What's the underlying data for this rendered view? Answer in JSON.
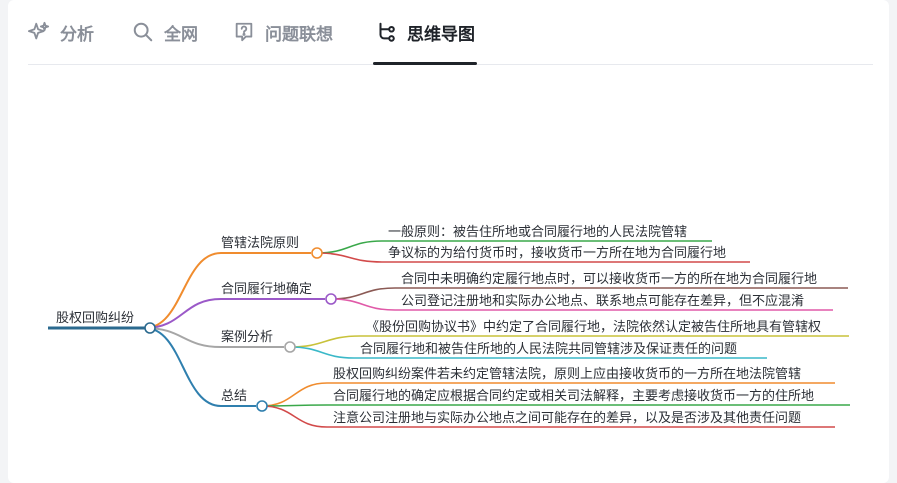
{
  "tabs": [
    {
      "label": "分析",
      "icon": "sparkle-icon",
      "active": false
    },
    {
      "label": "全网",
      "icon": "search-icon",
      "active": false
    },
    {
      "label": "问题联想",
      "icon": "question-bubble-icon",
      "active": false
    },
    {
      "label": "思维导图",
      "icon": "mindmap-icon",
      "active": true
    }
  ],
  "mindmap": {
    "root": "股权回购纠纷",
    "colors": {
      "root": "#2b6a8f",
      "b1": "#f08c2e",
      "b2": "#9b59c8",
      "b3": "#a6a6a6",
      "b4": "#2f7fae"
    },
    "branches": [
      {
        "label": "管辖法院原则",
        "color": "#f08c2e",
        "leaves": [
          {
            "text": "一般原则：被告住所地或合同履行地的人民法院管辖",
            "color": "#3aa84a"
          },
          {
            "text": "争议标的为给付货币时，接收货币一方所在地为合同履行地",
            "color": "#d24a4a"
          }
        ]
      },
      {
        "label": "合同履行地确定",
        "color": "#9b59c8",
        "leaves": [
          {
            "text": "合同中未明确约定履行地点时，可以接收货币一方的所在地为合同履行地",
            "color": "#8b5a55"
          },
          {
            "text": "公司登记注册地和实际办公地点、联系地点可能存在差异，但不应混淆",
            "color": "#e05aa8"
          }
        ]
      },
      {
        "label": "案例分析",
        "color": "#a6a6a6",
        "leaves": [
          {
            "text": "《股份回购协议书》中约定了合同履行地，法院依然认定被告住所地具有管辖权",
            "color": "#c8c23a"
          },
          {
            "text": "合同履行地和被告住所地的人民法院共同管辖涉及保证责任的问题",
            "color": "#3ab8c8"
          }
        ]
      },
      {
        "label": "总结",
        "color": "#2f7fae",
        "leaves": [
          {
            "text": "股权回购纠纷案件若未约定管辖法院，原则上应由接收货币的一方所在地法院管辖",
            "color": "#f08c2e"
          },
          {
            "text": "合同履行地的确定应根据合同约定或相关司法解释，主要考虑接收货币一方的住所地",
            "color": "#3aa84a"
          },
          {
            "text": "注意公司注册地与实际办公地点之间可能存在的差异，以及是否涉及其他责任问题",
            "color": "#d24a4a"
          }
        ]
      }
    ]
  }
}
